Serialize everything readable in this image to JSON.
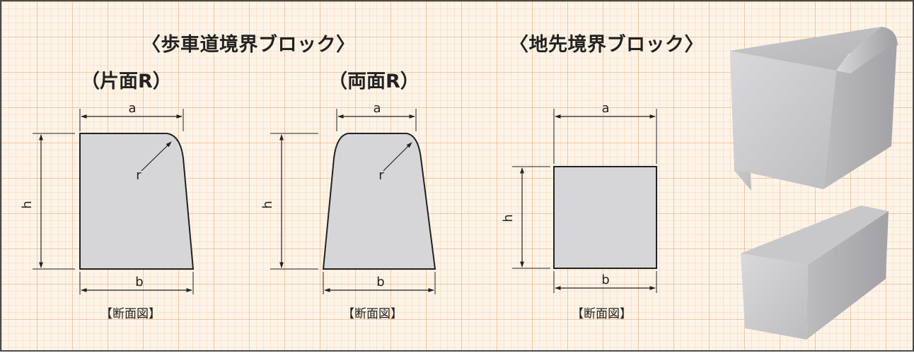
{
  "headings": {
    "sidewalk": "〈歩車道境界ブロック〉",
    "ground": "〈地先境界ブロック〉"
  },
  "subheadings": {
    "single": "（片面R）",
    "double": "（両面R）"
  },
  "labels": {
    "a": "a",
    "b": "b",
    "h": "h",
    "r": "r"
  },
  "captions": {
    "single": "【断面図】",
    "double": "【断面図】",
    "ground": "【断面図】"
  },
  "colors": {
    "grid": "#f0a060",
    "fill": "#d6d6d8",
    "outline": "#222222"
  }
}
